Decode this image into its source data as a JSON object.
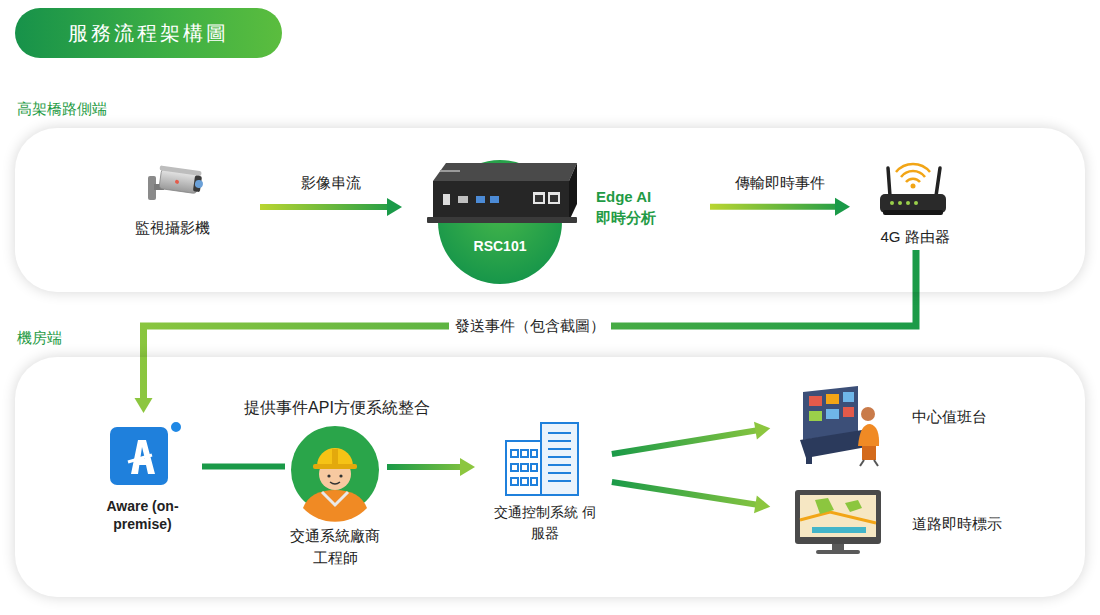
{
  "diagram": {
    "title": "服務流程架構圖",
    "nodes": [
      {
        "text": [
          "高架橋路側端"
        ]
      },
      {
        "text": [
          "監視攝影機"
        ],
        "in": 0
      },
      {
        "text": [
          "RSC101",
          "Edge AI 即時分析"
        ],
        "in": 0
      },
      {
        "text": [
          "4G 路由器"
        ],
        "in": 0
      },
      {
        "text": [
          "機房端"
        ]
      },
      {
        "text": [
          "Aware (on-premise)"
        ],
        "in": 4
      },
      {
        "text": [
          "交通系統廠商 工程師"
        ],
        "in": 4
      },
      {
        "text": [
          "交通控制系統 伺服器"
        ],
        "in": 4
      },
      {
        "text": [
          "中心值班台"
        ],
        "in": 4
      },
      {
        "text": [
          "道路即時標示"
        ],
        "in": 4
      }
    ],
    "edges": [
      {
        "from": 1,
        "to": 2,
        "label": "影像串流",
        "arrow": "to"
      },
      {
        "from": 2,
        "to": 3,
        "label": "傳輸即時事件",
        "arrow": "to"
      },
      {
        "from": 3,
        "to": 5,
        "label": "發送事件（包含截圖）",
        "arrow": "to"
      },
      {
        "from": 5,
        "to": 6,
        "arrow": "none"
      },
      {
        "from": 6,
        "to": 7,
        "arrow": "to"
      },
      {
        "from": 7,
        "to": 8,
        "arrow": "to"
      },
      {
        "from": 7,
        "to": 9,
        "arrow": "to"
      }
    ],
    "labels": [
      "提供事件API方便系統整合"
    ]
  }
}
